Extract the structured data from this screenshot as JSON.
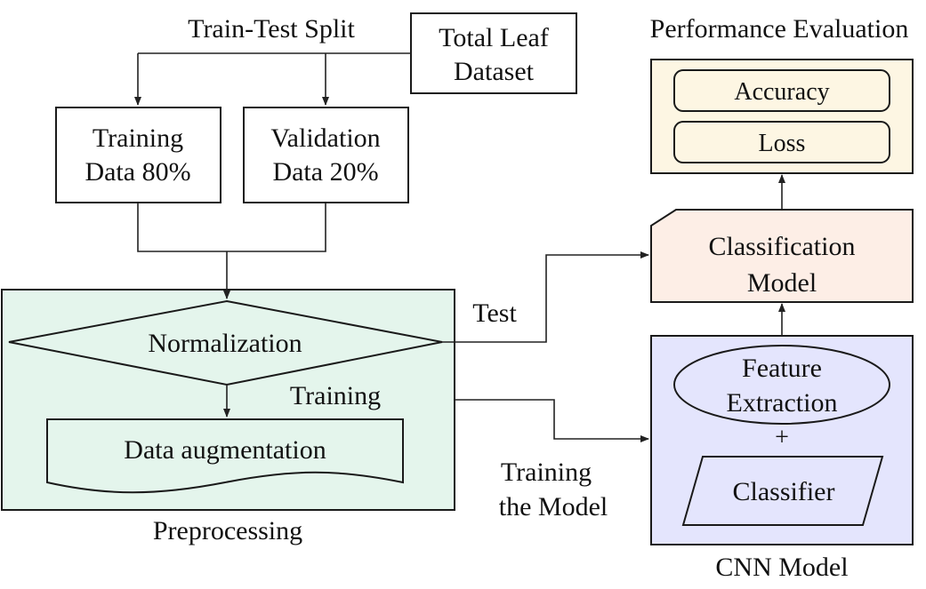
{
  "colors": {
    "preprocessing_fill": "#e4f5ec",
    "classification_fill": "#fdeee6",
    "evaluation_fill": "#fdf6e3",
    "cnn_fill": "#e4e5fd",
    "outline": "#1a1a1a",
    "line": "#222222"
  },
  "labels": {
    "train_test_split": "Train-Test Split",
    "total_dataset_line1": "Total Leaf",
    "total_dataset_line2": "Dataset",
    "training_data_line1": "Training",
    "training_data_line2": "Data 80%",
    "validation_data_line1": "Validation",
    "validation_data_line2": "Data 20%",
    "normalization": "Normalization",
    "training_branch": "Training",
    "data_augmentation": "Data augmentation",
    "preprocessing": "Preprocessing",
    "test_branch": "Test",
    "training_model_line1": "Training",
    "training_model_line2": "the Model",
    "performance_evaluation": "Performance Evaluation",
    "accuracy": "Accuracy",
    "loss": "Loss",
    "classification_model_line1": "Classification",
    "classification_model_line2": "Model",
    "feature_extraction_line1": "Feature",
    "feature_extraction_line2": "Extraction",
    "plus": "+",
    "classifier": "Classifier",
    "cnn_model": "CNN Model"
  }
}
